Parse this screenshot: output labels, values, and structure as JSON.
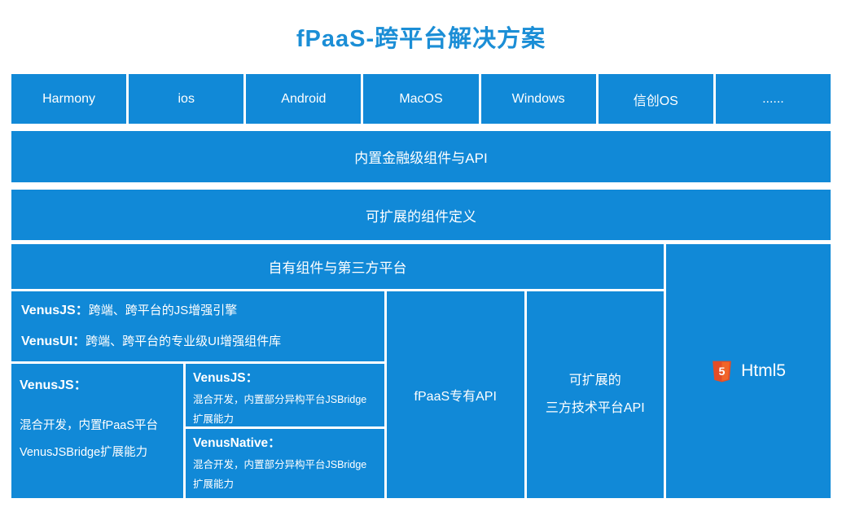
{
  "title": "fPaaS-跨平台解决方案",
  "colors": {
    "box_blue": "#1189D7",
    "title_blue": "#1B8ED6",
    "html5_shield_dark": "#E44D26",
    "html5_shield_light": "#F16529",
    "text_white": "#FFFFFF"
  },
  "platforms": [
    "Harmony",
    "ios",
    "Android",
    "MacOS",
    "Windows",
    "信创OS",
    "......"
  ],
  "layers": {
    "builtin_api": "内置金融级组件与API",
    "extensible_components": "可扩展的组件定义",
    "own_components": "自有组件与第三方平台"
  },
  "venus_engine": {
    "line1_label": "VenusJS：",
    "line1_text": "跨端、跨平台的JS增强引擎",
    "line2_label": "VenusUI：",
    "line2_text": "跨端、跨平台的专业级UI增强组件库"
  },
  "venus_fpaas": {
    "label": "VenusJS：",
    "line1": "混合开发，内置fPaaS平台",
    "line2": "VenusJSBridge扩展能力"
  },
  "venus_js_bridge": {
    "label": "VenusJS：",
    "line1": "混合开发，内置部分异构平台JSBridge",
    "line2": "扩展能力"
  },
  "venus_native_bridge": {
    "label": "VenusNative：",
    "line1": "混合开发，内置部分异构平台JSBridge",
    "line2": "扩展能力"
  },
  "fpaas_api": "fPaaS专有API",
  "third_party_api": {
    "line1": "可扩展的",
    "line2": "三方技术平台API"
  },
  "html5": {
    "label": "Html5",
    "logo_text": "5"
  }
}
